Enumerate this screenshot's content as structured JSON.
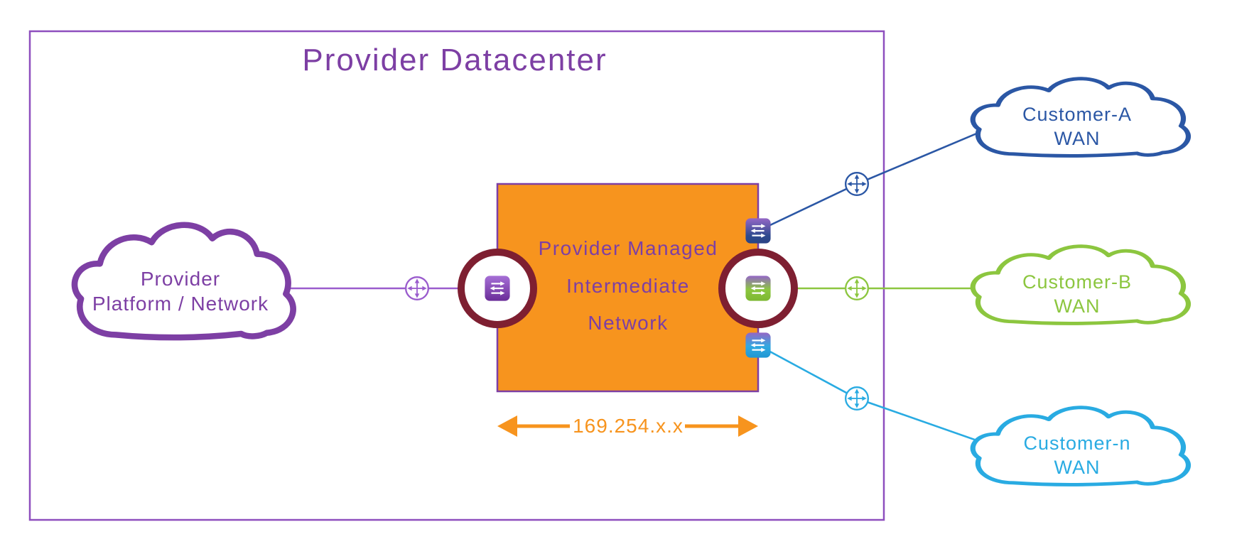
{
  "diagram": {
    "title": "Provider Datacenter",
    "provider_cloud": {
      "line1": "Provider",
      "line2": "Platform / Network"
    },
    "intermediate_box": {
      "line1": "Provider Managed",
      "line2": "Intermediate",
      "line3": "Network"
    },
    "subnet_label": "169.254.x.x",
    "customers": [
      {
        "name": "Customer-A",
        "network": "WAN",
        "color": "#2b57a5"
      },
      {
        "name": "Customer-B",
        "network": "WAN",
        "color": "#8cc63f"
      },
      {
        "name": "Customer-n",
        "network": "WAN",
        "color": "#29abe2"
      }
    ]
  },
  "icons": {
    "router": "router-icon",
    "nat": "nat-icon",
    "cloud": "cloud-icon",
    "highlight": "highlight-circle"
  },
  "colors": {
    "purple": "#7d3fa4",
    "purple_light": "#9a5ccd",
    "border_purple": "#8e4fbe",
    "orange": "#f7941e",
    "maroon": "#7e1f31",
    "dark_blue": "#2b57a5",
    "green": "#8cc63f",
    "light_blue": "#29abe2"
  }
}
